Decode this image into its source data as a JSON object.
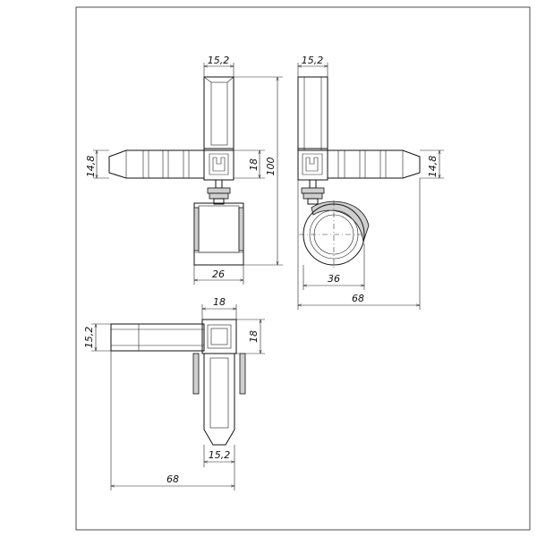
{
  "drawing": {
    "front_view": {
      "dim_top_width": "15,2",
      "dim_left_height": "14,8",
      "dim_inner_height": "18",
      "dim_total_height": "100",
      "dim_wheel_width": "26"
    },
    "side_view": {
      "dim_top_width": "15,2",
      "dim_right_height": "14,8",
      "dim_wheel_diameter": "36",
      "dim_total_width": "68"
    },
    "top_view": {
      "dim_square_width": "18",
      "dim_left_height": "15,2",
      "dim_right_height": "18",
      "dim_bottom_width": "15,2",
      "dim_total_width": "68"
    }
  }
}
